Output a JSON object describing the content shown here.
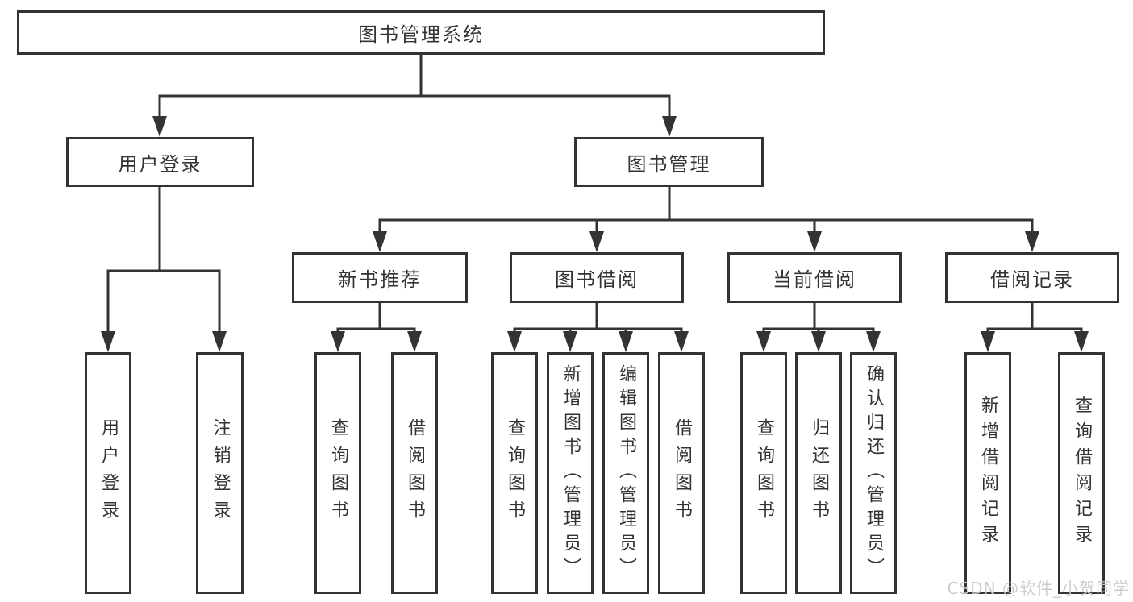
{
  "tree": {
    "label": "图书管理系统",
    "children": [
      {
        "label": "用户登录",
        "children": [
          {
            "label": "用户登录"
          },
          {
            "label": "注销登录"
          }
        ]
      },
      {
        "label": "图书管理",
        "children": [
          {
            "label": "新书推荐",
            "children": [
              {
                "label": "查询图书"
              },
              {
                "label": "借阅图书"
              }
            ]
          },
          {
            "label": "图书借阅",
            "children": [
              {
                "label": "查询图书"
              },
              {
                "label": "新增图书（管理员）"
              },
              {
                "label": "编辑图书（管理员）"
              },
              {
                "label": "借阅图书"
              }
            ]
          },
          {
            "label": "当前借阅",
            "children": [
              {
                "label": "查询图书"
              },
              {
                "label": "归还图书"
              },
              {
                "label": "确认归还（管理员）"
              }
            ]
          },
          {
            "label": "借阅记录",
            "children": [
              {
                "label": "新增借阅记录"
              },
              {
                "label": "查询借阅记录"
              }
            ]
          }
        ]
      }
    ]
  },
  "watermark": "CSDN @软件_小贺同学",
  "colors": {
    "line": "#333333",
    "node_border": "#333333",
    "text": "#333333",
    "background": "#ffffff",
    "watermark": "#c9c9c9"
  }
}
